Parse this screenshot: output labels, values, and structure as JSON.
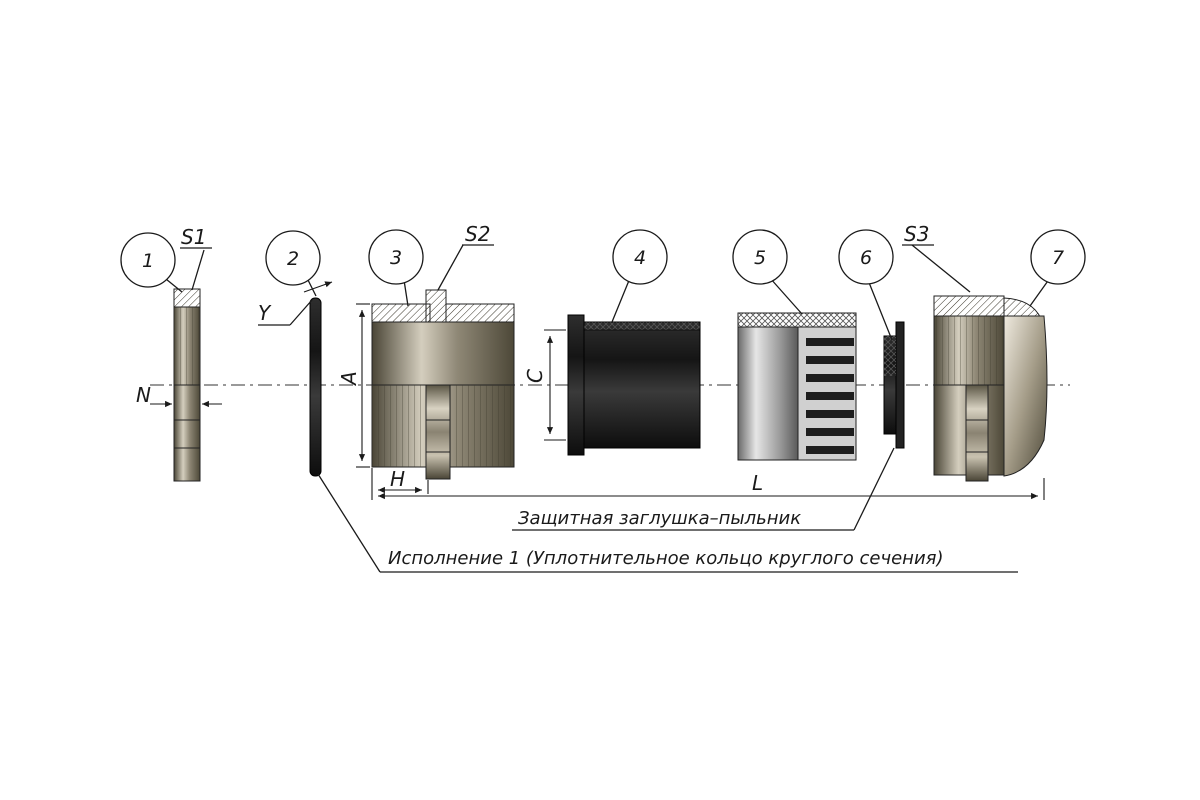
{
  "callouts": {
    "n1": "1",
    "n2": "2",
    "n3": "3",
    "n4": "4",
    "n5": "5",
    "n6": "6",
    "n7": "7"
  },
  "dimensions": {
    "s1": "S1",
    "s2": "S2",
    "s3": "S3",
    "y": "Y",
    "n": "N",
    "a": "A",
    "c": "C",
    "h": "H",
    "l": "L"
  },
  "captions": {
    "dust_cap": "Защитная заглушка–пыльник",
    "version1": "Исполнение 1 (Уплотнительное кольцо круглого сечения)"
  },
  "colors": {
    "metal_dark": "#4a4536",
    "metal_mid": "#9c9482",
    "metal_light": "#e2ddd0",
    "rubber": "#141414",
    "plastic_light": "#c9c9c9",
    "plastic_dark": "#3a3a3a"
  }
}
